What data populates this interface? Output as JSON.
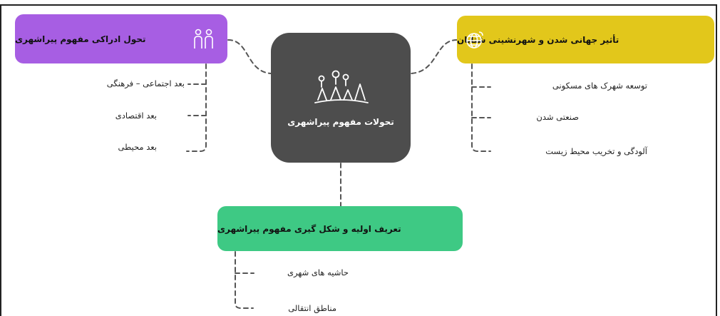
{
  "center": {
    "title": "تحولات مفهوم پیراشهری",
    "icon": "people-trees-icon"
  },
  "branches": {
    "perceptual": {
      "title": "تحول ادراکی مفهوم پیراشهری",
      "icon": "two-people-icon",
      "color": "#a75ee3",
      "items": [
        "بعد اجتماعی – فرهنگی",
        "بعد اقتصادی",
        "بعد محیطی"
      ]
    },
    "globalization": {
      "title": "تأثیر جهانی شدن و شهرنشینی شتابان",
      "icon": "globe-icon",
      "color": "#e2c71b",
      "items": [
        "توسعه شهرک های مسکونی",
        "صنعتی شدن",
        "آلودگی و تخریب محیط زیست"
      ]
    },
    "definition": {
      "title": "تعریف اولیه و شکل گیری مفهوم پیراشهری",
      "color": "#3ec984",
      "items": [
        "حاشیه های شهری",
        "مناطق انتقالی"
      ]
    }
  },
  "colors": {
    "center": "#4d4d4d",
    "connector": "#555555"
  }
}
